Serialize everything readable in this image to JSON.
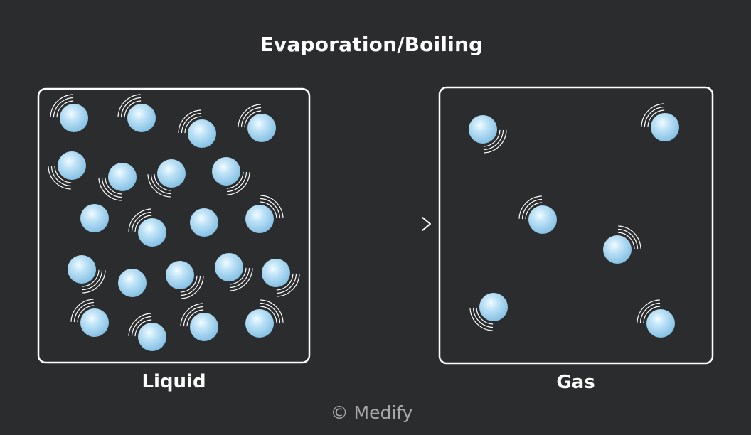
{
  "title": "Evaporation/Boiling",
  "states": {
    "liquid": {
      "label": "Liquid"
    },
    "gas": {
      "label": "Gas"
    }
  },
  "copyright": "© Medify",
  "colors": {
    "background": "#2b2c2e",
    "box_border": "#ffffff",
    "molecule": "#9fd0ee",
    "arrow": "#ffffff",
    "motion_lines": "#ffffff"
  },
  "icons": {
    "molecule": "molecule-icon",
    "motion": "motion-lines-icon",
    "transition": "right-arrow-icon"
  }
}
